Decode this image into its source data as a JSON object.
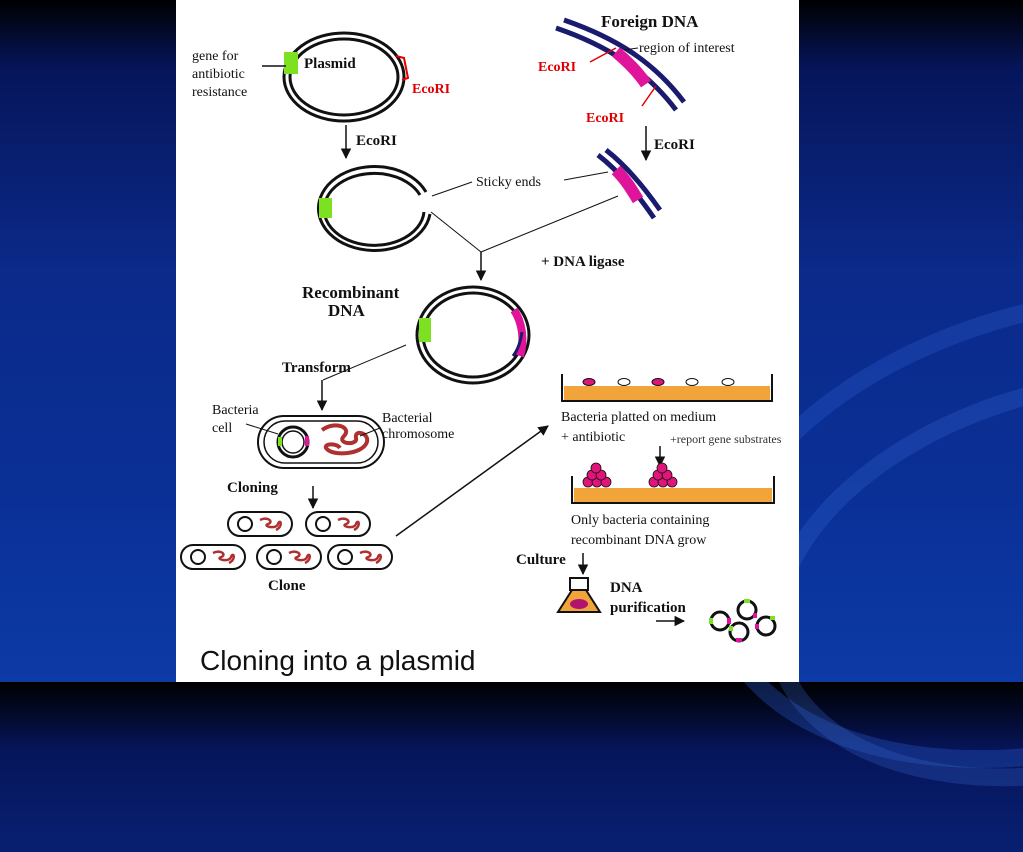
{
  "slide": {
    "title": "Cloning into a plasmid"
  },
  "labels": {
    "gene_antibiotic_1": "gene for",
    "gene_antibiotic_2": "antibiotic",
    "gene_antibiotic_3": "resistance",
    "plasmid": "Plasmid",
    "ecori_plasmid": "EcoRI",
    "foreign_dna": "Foreign DNA",
    "region_of_interest": "region of interest",
    "ecori_foreign_top": "EcoRI",
    "ecori_foreign_bottom": "EcoRI",
    "ecori_arrow_left": "EcoRI",
    "ecori_arrow_right": "EcoRI",
    "sticky_ends": "Sticky ends",
    "dna_ligase": "+ DNA ligase",
    "recombinant_1": "Recombinant",
    "recombinant_2": "DNA",
    "transform": "Transform",
    "bacteria_cell_1": "Bacteria",
    "bacteria_cell_2": "cell",
    "bacterial_chromosome_1": "Bacterial",
    "bacterial_chromosome_2": "chromosome",
    "cloning": "Cloning",
    "clone": "Clone",
    "platted_1": "Bacteria platted on medium",
    "platted_2": "+ antibiotic",
    "report_gene": "+report gene substrates",
    "only_bacteria_1": "Only bacteria containing",
    "only_bacteria_2": "recombinant DNA grow",
    "culture": "Culture",
    "dna_purification_1": "DNA",
    "dna_purification_2": "purification"
  },
  "colors": {
    "dna_strand": "#1a1a6e",
    "insert": "#e0149a",
    "resistance_gene": "#7de020",
    "ecori_label": "#e00000",
    "agar": "#f0a43a",
    "colony": "#e0147a"
  }
}
